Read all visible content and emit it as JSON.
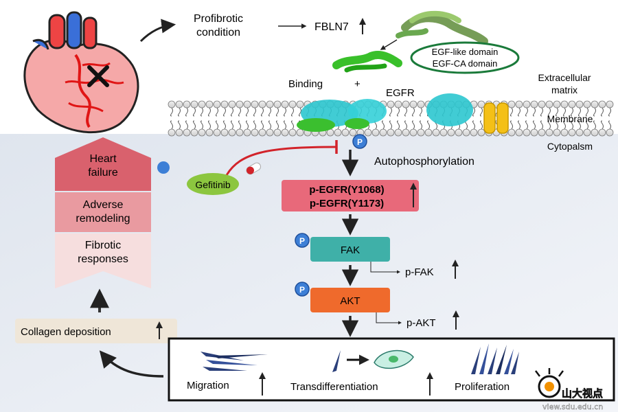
{
  "top": {
    "profibrotic_line1": "Profibrotic",
    "profibrotic_line2": "condition",
    "fbln7": "FBLN7",
    "egf_like": "EGF-like domain",
    "egf_ca": "EGF-CA domain",
    "binding": "Binding",
    "plus": "+",
    "egfr": "EGFR",
    "extracellular_line1": "Extracellular",
    "extracellular_line2": "matrix",
    "membrane": "Membrane",
    "cytoplasm": "Cytopalsm"
  },
  "pathway": {
    "p_symbol": "P",
    "autophosphorylation": "Autophosphorylation",
    "gefitinib": "Gefitinib",
    "pegfr_1": "p-EGFR(Y1068)",
    "pegfr_2": "p-EGFR(Y1173)",
    "fak": "FAK",
    "p_fak": "p-FAK",
    "akt": "AKT",
    "p_akt": "p-AKT"
  },
  "outcomes": {
    "heart_failure_line1": "Heart",
    "heart_failure_line2": "failure",
    "adverse_line1": "Adverse",
    "adverse_line2": "remodeling",
    "fibrotic_line1": "Fibrotic",
    "fibrotic_line2": "responses",
    "collagen": "Collagen deposition"
  },
  "cell_effects": {
    "migration": "Migration",
    "transdifferentiation": "Transdifferentiation",
    "proliferation": "Proliferation"
  },
  "watermark": {
    "cn": "山大视点",
    "url": "view.sdu.edu.cn"
  },
  "colors": {
    "pegfr_box": "#e8697a",
    "fak_box": "#3fb0a8",
    "akt_box": "#ef6a2c",
    "gefitinib": "#8cc63f",
    "heart_failure": "#d9616d",
    "adverse": "#e99aa0",
    "fibrotic": "#f6dede",
    "collagen": "#efe6d8",
    "inhibit_line": "#d2232a"
  }
}
